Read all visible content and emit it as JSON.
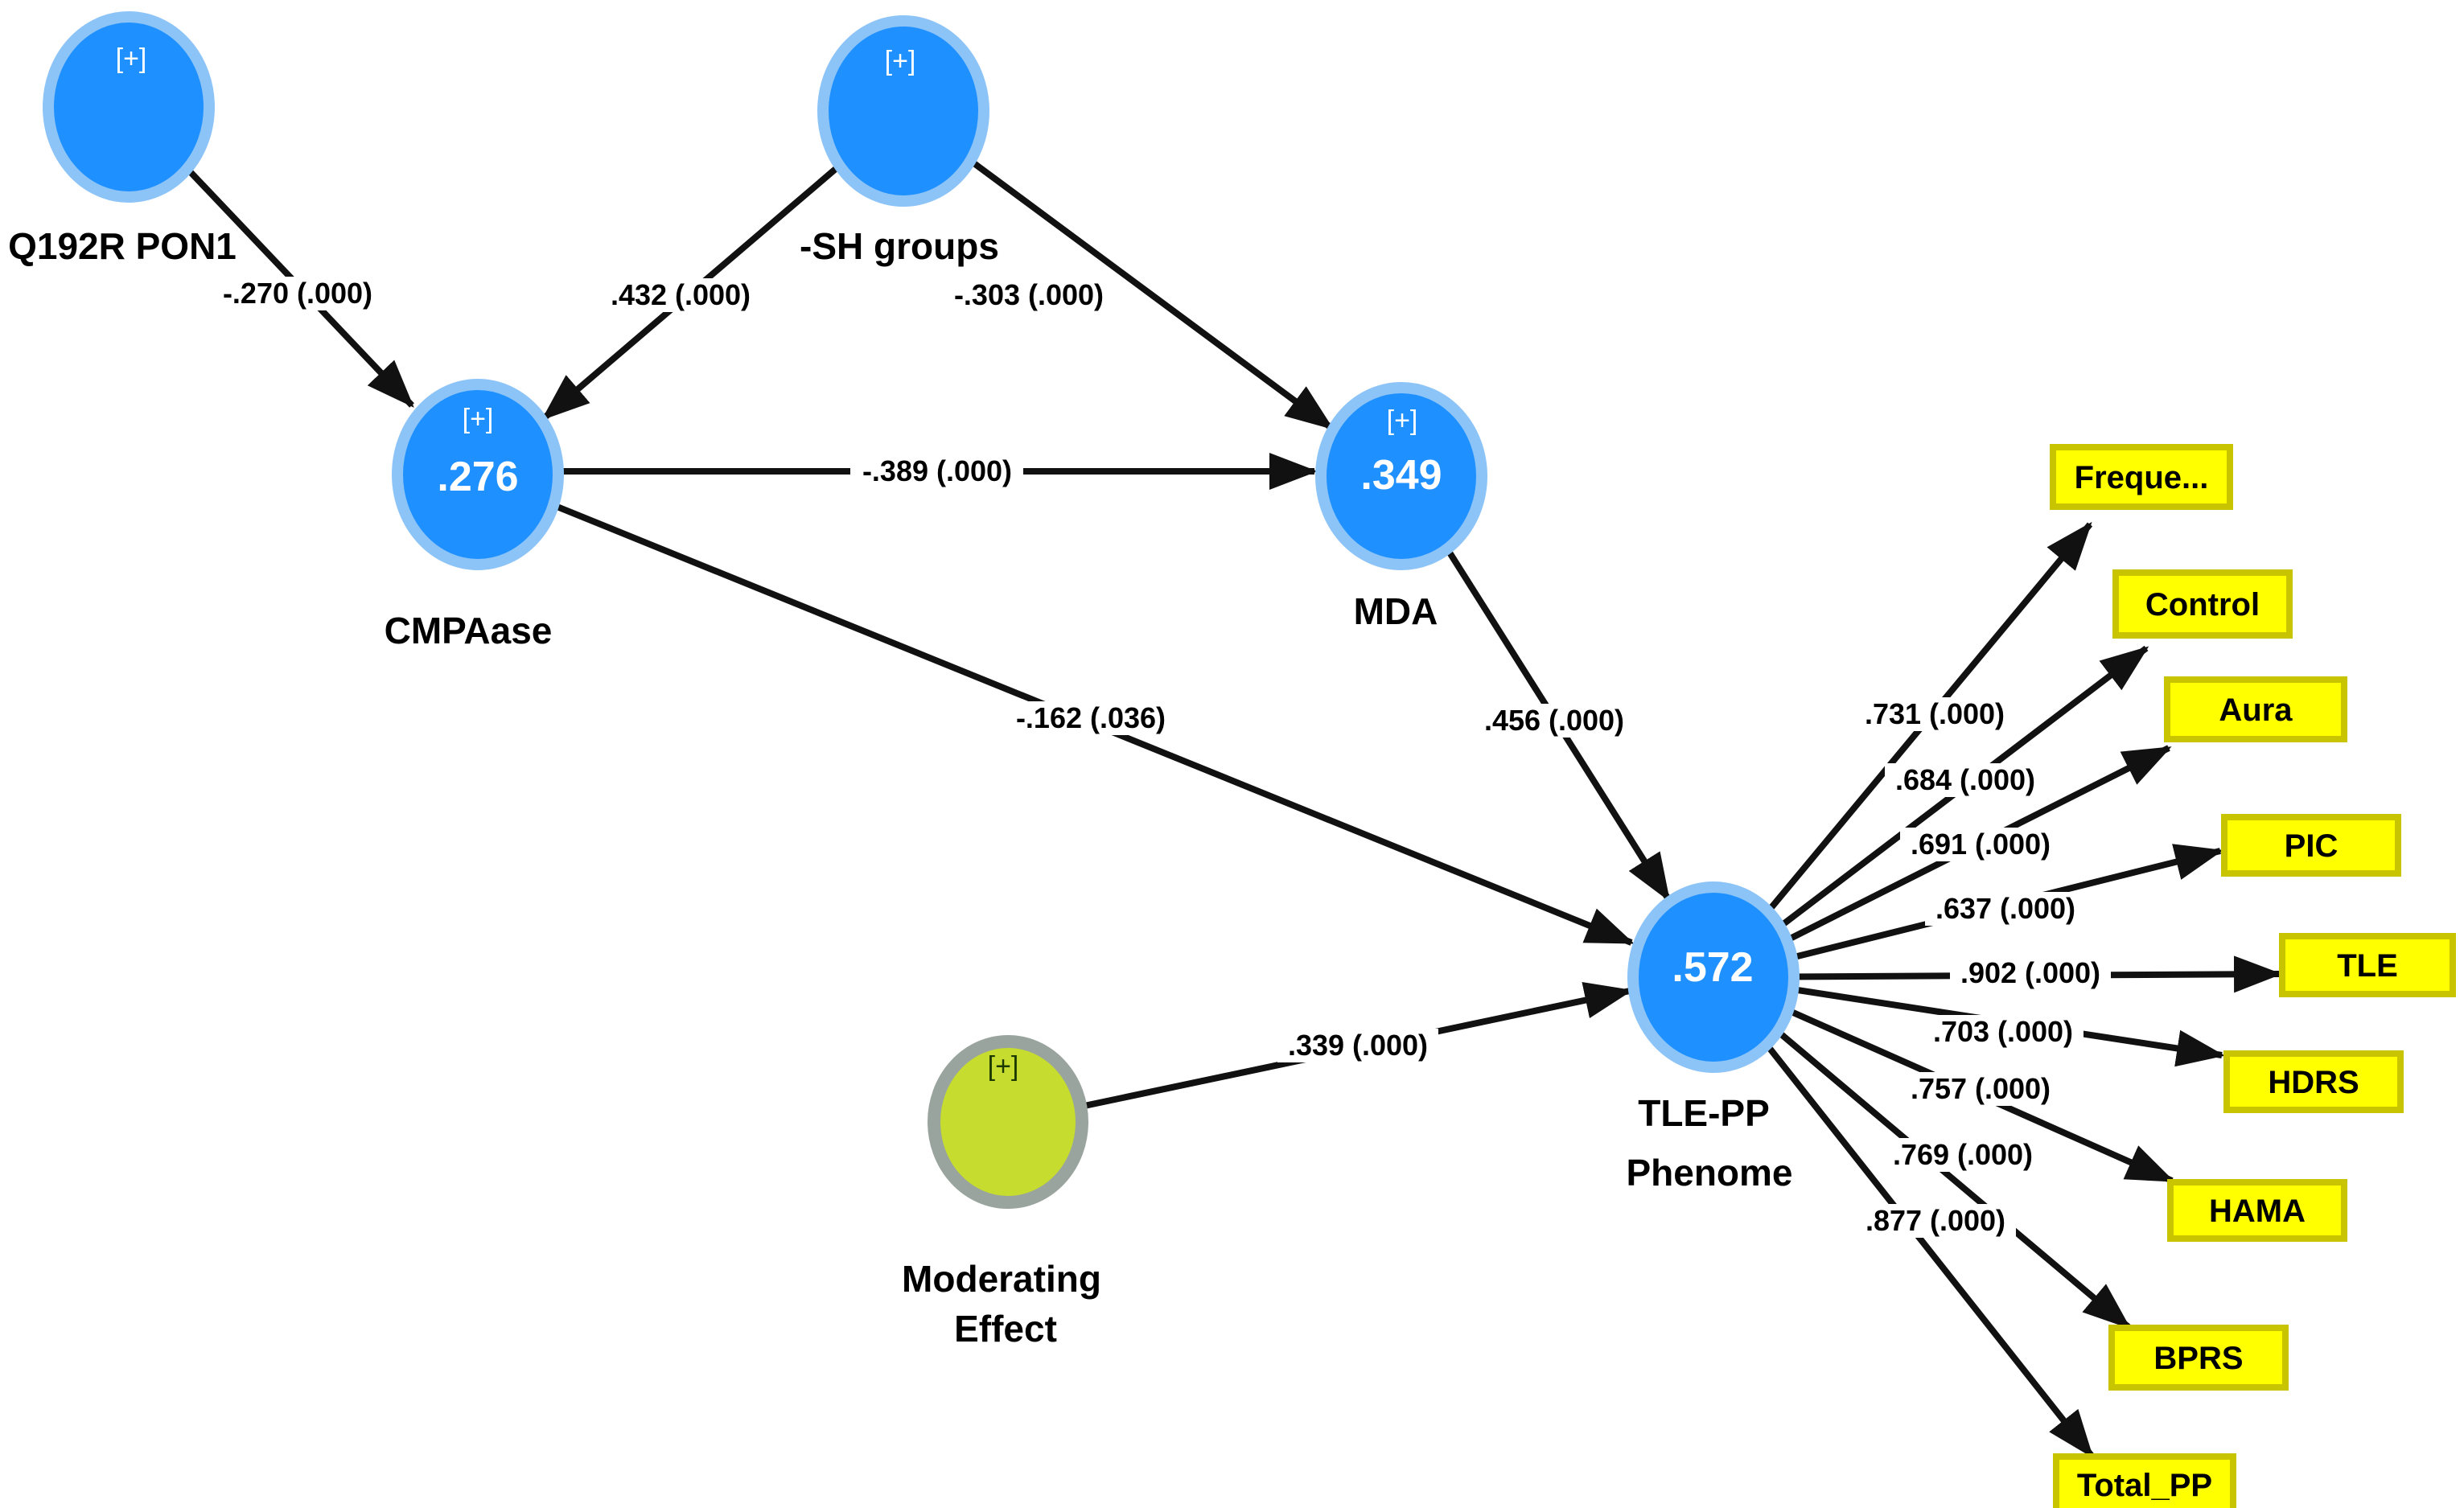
{
  "diagram_type": "PLS-SEM path model",
  "colors": {
    "latent_fill": "#1e90ff",
    "latent_ring": "#8dc4f8",
    "moderator_fill": "#c6dc2e",
    "moderator_ring": "#9aa49e",
    "moderator_badge_text": "#1c3a00",
    "indicator_fill": "#ffff00",
    "indicator_border": "#c8c400",
    "arrow": "#111111",
    "value_text": "#ffffff",
    "label_text": "#000000"
  },
  "nodes": {
    "q192r_pon1": {
      "label": "Q192R PON1",
      "badge": "[+]"
    },
    "sh_groups": {
      "label": "-SH groups",
      "badge": "[+]"
    },
    "cmpaase": {
      "label": "CMPAase",
      "badge": "[+]",
      "r_squared": ".276"
    },
    "mda": {
      "label": "MDA",
      "badge": "[+]",
      "r_squared": ".349"
    },
    "tle_pp_phenome": {
      "label_line1": "TLE-PP",
      "label_line2": "Phenome",
      "r_squared": ".572"
    },
    "moderating_effect": {
      "label_line1": "Moderating",
      "label_line2": "Effect",
      "badge": "[+]"
    }
  },
  "paths": [
    {
      "from": "Q192R PON1",
      "to": "CMPAase",
      "coefficient": "-.270 (.000)"
    },
    {
      "from": "-SH groups",
      "to": "CMPAase",
      "coefficient": ".432 (.000)"
    },
    {
      "from": "-SH groups",
      "to": "MDA",
      "coefficient": "-.303 (.000)"
    },
    {
      "from": "CMPAase",
      "to": "MDA",
      "coefficient": "-.389 (.000)"
    },
    {
      "from": "CMPAase",
      "to": "TLE-PP Phenome",
      "coefficient": "-.162 (.036)"
    },
    {
      "from": "MDA",
      "to": "TLE-PP Phenome",
      "coefficient": ".456 (.000)"
    },
    {
      "from": "Moderating Effect",
      "to": "TLE-PP Phenome",
      "coefficient": ".339 (.000)"
    }
  ],
  "indicators": [
    {
      "label": "Freque...",
      "loading": ".731 (.000)"
    },
    {
      "label": "Control",
      "loading": ".684 (.000)"
    },
    {
      "label": "Aura",
      "loading": ".691 (.000)"
    },
    {
      "label": "PIC",
      "loading": ".637 (.000)"
    },
    {
      "label": "TLE",
      "loading": ".902 (.000)"
    },
    {
      "label": "HDRS",
      "loading": ".703 (.000)"
    },
    {
      "label": "HAMA",
      "loading": ".757 (.000)"
    },
    {
      "label": "BPRS",
      "loading": ".769 (.000)"
    },
    {
      "label": "Total_PP",
      "loading": ".877 (.000)"
    }
  ]
}
